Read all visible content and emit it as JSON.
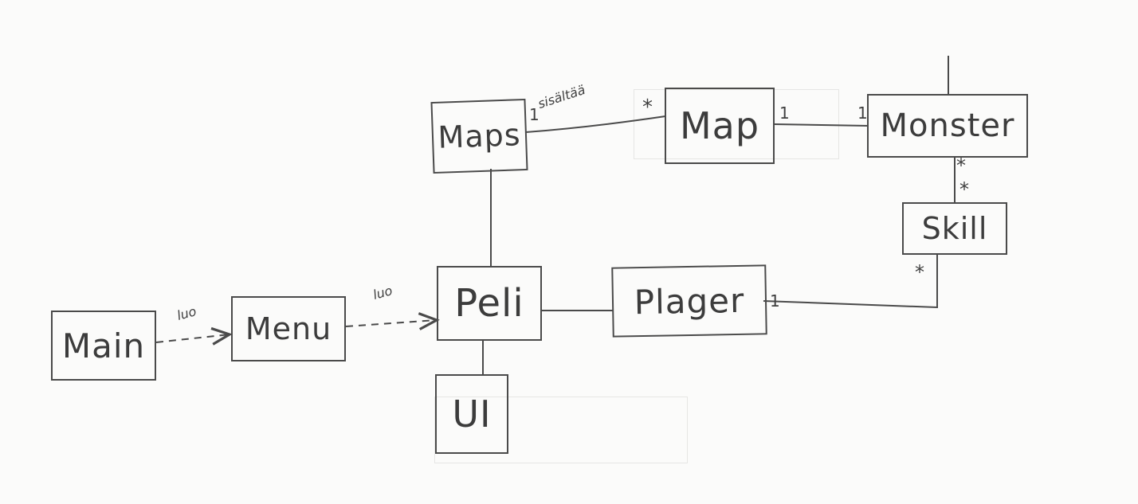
{
  "classes": {
    "maps": "Maps",
    "map": "Map",
    "monster": "Monster",
    "skill": "Skill",
    "peli": "Peli",
    "player": "Plager",
    "main": "Main",
    "menu": "Menu",
    "ui": "UI"
  },
  "labels": {
    "maps_map_name": "sisältää",
    "maps_map_mult_maps": "1",
    "maps_map_mult_map": "*",
    "map_monster_mult_map": "1",
    "map_monster_mult_monster": "1",
    "monster_skill_mult_monster": "*",
    "monster_skill_mult_skill": "*",
    "skill_player_mult_skill": "*",
    "skill_player_mult_player": "1",
    "main_menu_dep": "luo",
    "menu_peli_dep": "luo"
  },
  "colors": {
    "ink": "#4a4a4a",
    "paper": "#fbfbfa"
  }
}
